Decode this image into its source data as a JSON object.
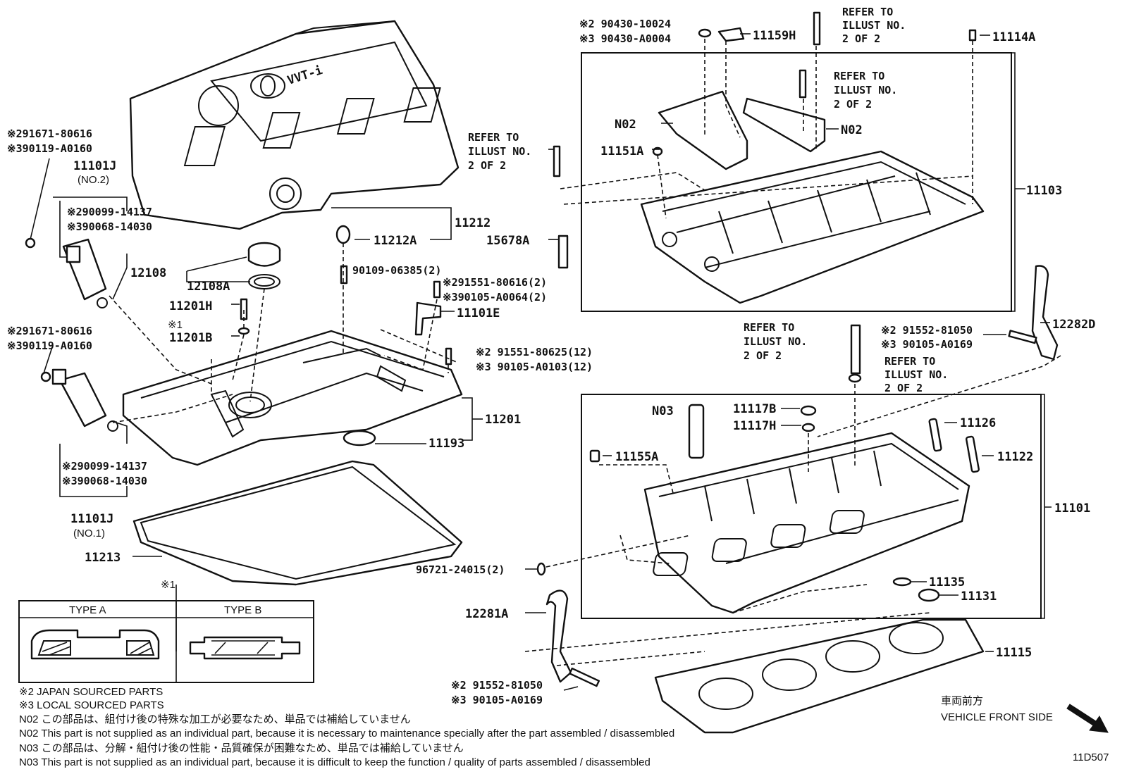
{
  "diagram_code": "11D507",
  "vehicle_front": {
    "jp": "車両前方",
    "en": "VEHICLE FRONT SIDE"
  },
  "refer": {
    "line1": "REFER TO",
    "line2": "ILLUST NO.",
    "line3": "2 OF 2"
  },
  "logo_text": "VVT-i",
  "labels": {
    "p11101J_top_a": "※291671-80616",
    "p11101J_top_b": "※390119-A0160",
    "p11101J_top": "11101J",
    "p11101J_top_sub": "(NO.2)",
    "p11101J_top_c": "※290099-14137",
    "p11101J_top_d": "※390068-14030",
    "p11101J_bot_a": "※291671-80616",
    "p11101J_bot_b": "※390119-A0160",
    "p11101J_bot_c": "※290099-14137",
    "p11101J_bot_d": "※390068-14030",
    "p11101J_bot": "11101J",
    "p11101J_bot_sub": "(NO.1)",
    "p12108": "12108",
    "p12108A": "12108A",
    "p11201H": "11201H",
    "p11201B_mark": "※1",
    "p11201B": "11201B",
    "p11212": "11212",
    "p11212A": "11212A",
    "p90109": "90109-06385(2)",
    "p291551": "※291551-80616(2)",
    "p390105": "※390105-A0064(2)",
    "p11101E": "11101E",
    "p291551b": "※2 91551-80625(12)",
    "p390105b": "※3 90105-A0103(12)",
    "p11201": "11201",
    "p11193": "11193",
    "p11213": "11213",
    "p15678A": "15678A",
    "p_top_a": "※2 90430-10024",
    "p_top_b": "※3 90430-A0004",
    "p11159H": "11159H",
    "p11114A": "11114A",
    "pN02a": "N02",
    "pN02b": "N02",
    "p11151A": "11151A",
    "p11103": "11103",
    "p12282D": "12282D",
    "p_r_a": "※2 91552-81050",
    "p_r_b": "※3 90105-A0169",
    "pN03": "N03",
    "p11117B": "11117B",
    "p11117H": "11117H",
    "p11126": "11126",
    "p11122": "11122",
    "p11155A": "11155A",
    "p11101": "11101",
    "p96721": "96721-24015(2)",
    "p11135": "11135",
    "p11131": "11131",
    "p12281A": "12281A",
    "p_bl_a": "※2 91552-81050",
    "p_bl_b": "※3 90105-A0169",
    "p11115": "11115"
  },
  "type_table": {
    "marker": "※1",
    "type_a": "TYPE A",
    "type_b": "TYPE B"
  },
  "notes": [
    "※2 JAPAN SOURCED PARTS",
    "※3 LOCAL SOURCED PARTS",
    "N02  この部品は、組付け後の特殊な加工が必要なため、単品では補給していません",
    "N02  This part is not supplied as an individual part, because it is necessary to maintenance specially after the part assembled / disassembled",
    "N03  この部品は、分解・組付け後の性能・品質確保が困難なため、単品では補給していません",
    "N03  This part is not supplied as an individual part, because it is difficult to keep the function / quality of parts  assembled / disassembled"
  ]
}
